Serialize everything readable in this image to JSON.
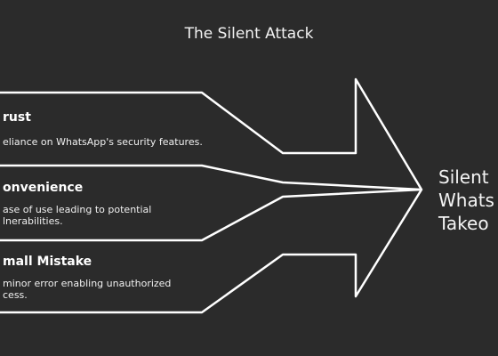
{
  "title": "The Silent Attack",
  "items": [
    {
      "heading": "rust",
      "description": "eliance on WhatsApp's security features."
    },
    {
      "heading": "onvenience",
      "description": "ase of use leading to potential\nlnerabilities."
    },
    {
      "heading": "mall Mistake",
      "description": "minor error enabling unauthorized\ncess."
    }
  ],
  "outcome": "Silent\nWhats\nTakeo",
  "colors": {
    "background": "#2b2b2b",
    "stroke": "#ffffff",
    "text": "#f2f2f2"
  }
}
